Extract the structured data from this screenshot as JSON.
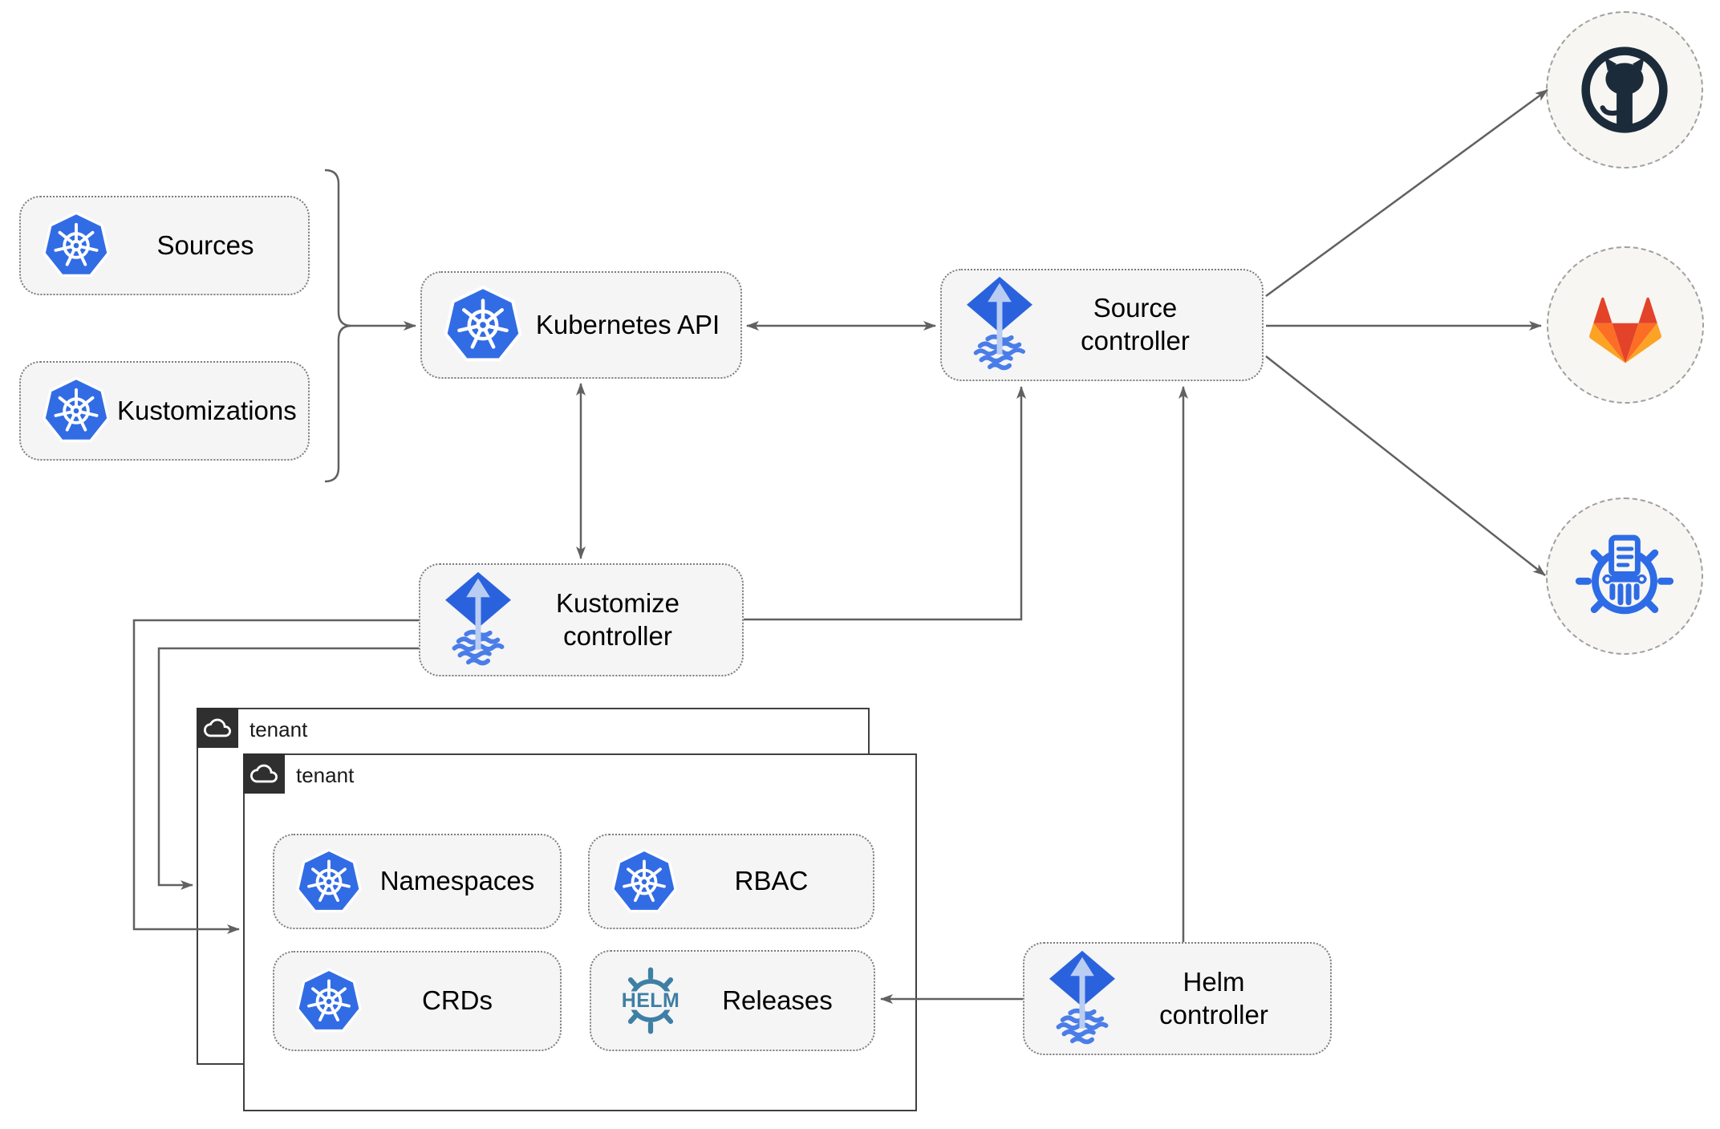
{
  "diagram": {
    "title_hint": "Flux GitOps toolkit architecture",
    "nodes": {
      "sources": {
        "label": "Sources"
      },
      "kustomizations": {
        "label": "Kustomizations"
      },
      "kubernetes_api": {
        "label": "Kubernetes API"
      },
      "source_controller": {
        "label": "Source controller"
      },
      "kustomize_controller": {
        "label": "Kustomize controller"
      },
      "helm_controller": {
        "label": "Helm controller"
      },
      "namespaces": {
        "label": "Namespaces"
      },
      "rbac": {
        "label": "RBAC"
      },
      "crds": {
        "label": "CRDs"
      },
      "releases": {
        "label": "Releases"
      }
    },
    "tenants": {
      "back": {
        "label": "tenant"
      },
      "front": {
        "label": "tenant"
      }
    },
    "helm_logo_text": "HELM",
    "icons": {
      "kubernetes": "kubernetes-logo",
      "flux": "flux-logo",
      "helm": "helm-logo",
      "github": "github-logo",
      "gitlab": "gitlab-logo",
      "chartmuseum": "chartmuseum-logo",
      "cloud": "cloud-icon"
    },
    "colors": {
      "kubernetes_blue": "#326ce5",
      "flux_blue": "#2a62de",
      "flux_wave_blue": "#4a7de8",
      "flux_arrow_light": "#b9cdf3",
      "helm_teal": "#3e7fa5",
      "chartmuseum_blue": "#2e6be6",
      "github_dark": "#1b2b3a",
      "gitlab_red": "#e24329",
      "gitlab_orange": "#fc6d26",
      "gitlab_yellow": "#fca326",
      "arrow_gray": "#616161",
      "node_fill": "#f5f5f5",
      "node_border": "#7d7d7d",
      "tenant_border": "#404040",
      "tenant_tab_bg": "#2f2f2f",
      "circle_fill": "#f7f6f2"
    }
  }
}
